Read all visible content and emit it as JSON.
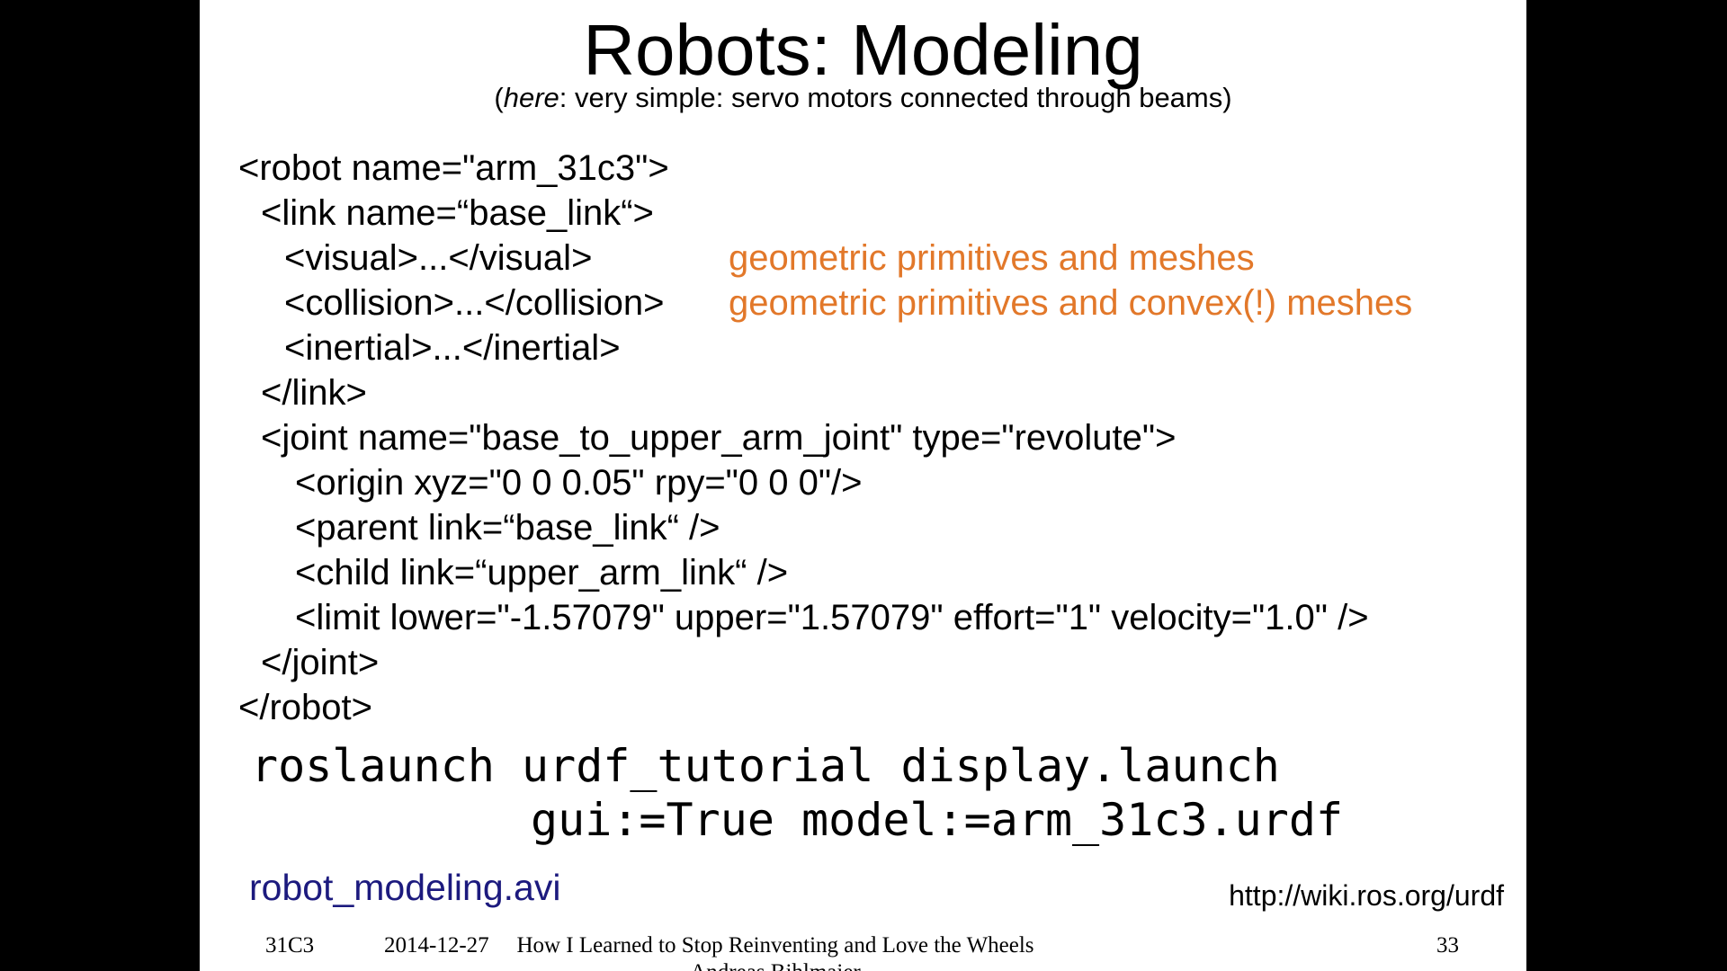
{
  "slide": {
    "title": "Robots: Modeling",
    "subtitle": {
      "open": "(",
      "emphasis": "here",
      "rest": ": very simple: servo motors connected through beams)"
    },
    "code": [
      "<robot name=\"arm_31c3\">",
      "<link name=“base_link“>",
      "<visual>...</visual>",
      "<collision>...</collision>",
      "<inertial>...</inertial>",
      "</link>",
      "<joint name=\"base_to_upper_arm_joint\" type=\"revolute\">",
      "<origin xyz=\"0 0 0.05\" rpy=\"0 0 0\"/>",
      "<parent link=“base_link“ />",
      "<child link=“upper_arm_link“ />",
      "<limit lower=\"-1.57079\" upper=\"1.57079\" effort=\"1\" velocity=\"1.0\" />",
      "</joint>",
      "</robot>"
    ],
    "notes": {
      "visual": "geometric primitives and meshes",
      "collision": "geometric primitives and convex(!) meshes"
    },
    "command": {
      "line1": "roslaunch urdf_tutorial display.launch",
      "line2": "gui:=True model:=arm_31c3.urdf"
    },
    "video_link": "robot_modeling.avi",
    "url": "http://wiki.ros.org/urdf",
    "footer": {
      "event": "31C3",
      "date": "2014-12-27",
      "talk": "How I Learned to Stop Reinventing and Love the Wheels",
      "author": "Andreas Bihlmaier",
      "page": "33"
    }
  },
  "colors": {
    "note": "#e2782a",
    "link": "#1c1a7e",
    "background": "#000000"
  }
}
